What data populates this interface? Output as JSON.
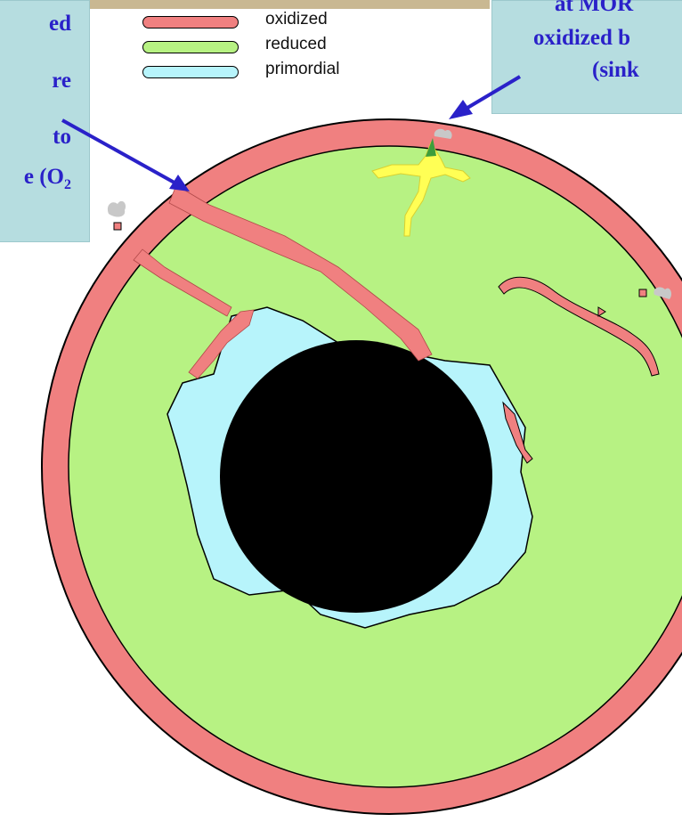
{
  "legend": {
    "items": [
      {
        "label": "oxidized",
        "color": "#f08080"
      },
      {
        "label": "reduced",
        "color": "#b7f283"
      },
      {
        "label": "primordial",
        "color": "#b7f4fb"
      }
    ]
  },
  "callout_left": {
    "lines": [
      "ed",
      "re",
      "to"
    ],
    "last_line_prefix": "e (O",
    "last_line_subscript": "2"
  },
  "callout_right": {
    "lines": [
      "at MOR",
      "oxidized b",
      "(sink"
    ]
  },
  "colors": {
    "callout_bg": "#b6dde0",
    "callout_text": "#2a21c9",
    "oxidized": "#f08080",
    "reduced": "#b7f283",
    "primordial": "#b7f4fb",
    "core": "#000000",
    "subduction_plume": "#ffff55",
    "volcanic_gas": "#c8c8c8"
  }
}
